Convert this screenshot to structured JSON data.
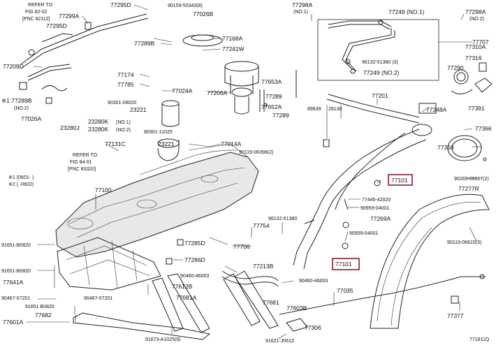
{
  "diagram": {
    "catalog_code": "771811Q",
    "highlight_color": "#8b1a2b",
    "notes": {
      "ref1_line1": "REFER TO",
      "ref1_line2": "FIG 82-02",
      "ref1_line3": "[PNC 82112]",
      "ref2_line1": "REFER TO",
      "ref2_line2": "FIG 84-01",
      "ref2_line3": "[PNC 83320]",
      "legend1": "※1 (0601-      )",
      "legend2": "※2 (      -0602)"
    },
    "labels": {
      "p77295D_top": "77295D",
      "p77299A": "77299A",
      "p77295D": "77295D",
      "p77209D": "77209D",
      "p90159": "90159-50343(8)",
      "p77026B": "77026B",
      "p77168A": "77168A",
      "p77289B_top": "77289B",
      "p77241W": "77241W",
      "p77298A_no1": "77298A",
      "p77298A_no1_note": "(NO.1)",
      "p77249_no1": "77249 (NO.1)",
      "p77298A_right": "77298A",
      "p77298A_right_note": "(NO.2)",
      "p77707": "77707",
      "p96132_a": "96132-51380 (3)",
      "p77249_no2": "77249 (NO.2)",
      "p77310A": "77310A",
      "p77316": "77316",
      "p77290": "77290",
      "p77391": "77391",
      "p77174": "77174",
      "p77785": "77785",
      "p77024A": "77024A",
      "p77206A": "77206A",
      "p77653A": "77653A",
      "p77289_a": "77289",
      "p77652A": "77652A",
      "p77289_b": "77289",
      "p77201": "77201",
      "p89639": "89639",
      "p28130": "28130",
      "p77248A": "77248A",
      "p77289B_left": "※1 77289B",
      "p77289B_left_note": "(NO.2)",
      "p77026A": "77026A",
      "p90301_08020": "90301-08020",
      "p23221": "23221",
      "p23280J": "23280J",
      "p23280K_1": "23280K",
      "p23280K_1_note": "(NO.1)",
      "p23280K_2": "23280K",
      "p23280K_2_note": "(NO.2)",
      "p90301_11025": "90301-11025",
      "p77366": "77366",
      "p77350": "77350",
      "p77131C": "77131C",
      "p23221_b": "23221",
      "p77014A": "77014A",
      "p90119_06398": "90119-06398(2)",
      "p90269": "90269-06017(2)",
      "p77101_a": "77101",
      "p77277R": "77277R",
      "p77100": "77100",
      "p77445": "77445-42020",
      "p90959_a": "90959-04001",
      "p96132_b": "96132-51380",
      "p77754": "77754",
      "p77269A": "77269A",
      "p90959_b": "90959-04001",
      "p90119_06615": "90119-06615(3)",
      "p91651_a": "91651-B0820",
      "p77285D": "77285D",
      "p77706": "77706",
      "p77286D": "77286D",
      "p77101_b": "77101",
      "p91651_b": "91651-B0820",
      "p77641A": "77641A",
      "p90460_a": "90460-46003",
      "p77213B": "77213B",
      "p90460_b": "90460-46003",
      "p90467": "90467-07201",
      "p90467_b": "90467-07201",
      "p91651_c": "91651 B0820",
      "p77612B": "77612B",
      "p77681A": "77681A",
      "p77035": "77035",
      "p77681": "77681",
      "p77603B": "77603B",
      "p77601A": "77601A",
      "p77682": "77682",
      "p77306": "77306",
      "p77377": "77377",
      "p91673": "91673-A1025(6)",
      "p91621": "91621-J061Z"
    }
  }
}
